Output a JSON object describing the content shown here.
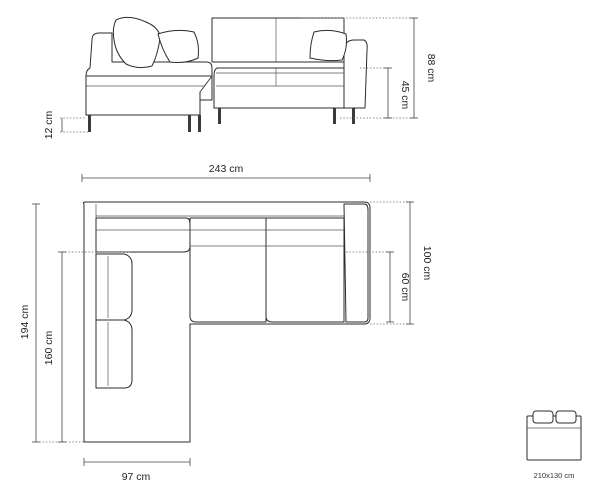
{
  "dimensions": {
    "total_height": "88 cm",
    "seat_height": "45 cm",
    "leg_height": "12 cm",
    "total_width": "243 cm",
    "corner_depth": "194 cm",
    "chaise_inner_length": "160 cm",
    "chaise_width": "97 cm",
    "depth": "100 cm",
    "seat_depth": "60 cm"
  },
  "bed": {
    "size_label": "210x130 cm"
  }
}
